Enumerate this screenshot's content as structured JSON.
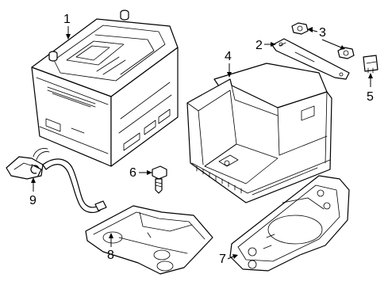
{
  "callouts": {
    "c1": "1",
    "c2": "2",
    "c3": "3",
    "c4": "4",
    "c5": "5",
    "c6": "6",
    "c7": "7",
    "c8": "8",
    "c9": "9"
  },
  "parts": {
    "c1": "battery",
    "c2": "hold-down-bracket",
    "c3": "nut",
    "c4": "battery-tray",
    "c5": "clip",
    "c6": "bolt",
    "c7": "tray-support",
    "c8": "support-bracket",
    "c9": "negative-cable"
  },
  "colors": {
    "line": "#000000",
    "background": "#ffffff"
  }
}
